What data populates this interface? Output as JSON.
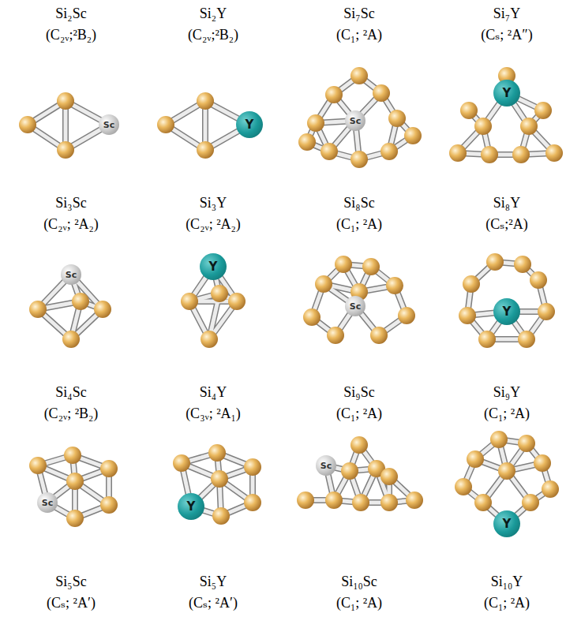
{
  "diagram": {
    "nodes": [
      {
        "text": [
          "Sc"
        ]
      },
      {
        "text": [
          "Y"
        ]
      },
      {
        "text": [
          "Sc"
        ]
      },
      {
        "text": [
          "Y"
        ]
      },
      {
        "text": [
          "Sc"
        ]
      },
      {
        "text": [
          "Y"
        ]
      },
      {
        "text": [
          "Sc"
        ]
      },
      {
        "text": [
          "Y"
        ]
      },
      {
        "text": [
          "Sc"
        ]
      },
      {
        "text": [
          "Y"
        ]
      },
      {
        "text": [
          "Sc"
        ]
      },
      {
        "text": [
          "Y"
        ]
      }
    ],
    "labels": [
      "Si₂Sc",
      "Si₂Y",
      "Si₇Sc",
      "Si₇Y",
      "(C₂ᵥ;²B₂)",
      "(C₂ᵥ;²B₂)",
      "(C₁; ²A)",
      "(Cₛ; ²A″)",
      "Si₃Sc",
      "Si₃Y",
      "Si₈Sc",
      "Si₈Y",
      "(C₂ᵥ; ²A₂)",
      "(C₂ᵥ; ²A₂)",
      "(C₁; ²A)",
      "(Cₛ;²A)",
      "Si₄Sc",
      "Si₄Y",
      "Si₉Sc",
      "Si₉Y",
      "(C₂ᵥ; ²B₂)",
      "(C₃ᵥ; ²A₁)",
      "(C₁; ²A)",
      "(C₁; ²A)",
      "Si₅Sc",
      "Si₅Y",
      "Si₁₀Sc",
      "Si₁₀Y",
      "(Cₛ; ²A′)",
      "(Cₛ; ²A′)",
      "(C₁; ²A)",
      "(C₁; ²A)"
    ]
  }
}
